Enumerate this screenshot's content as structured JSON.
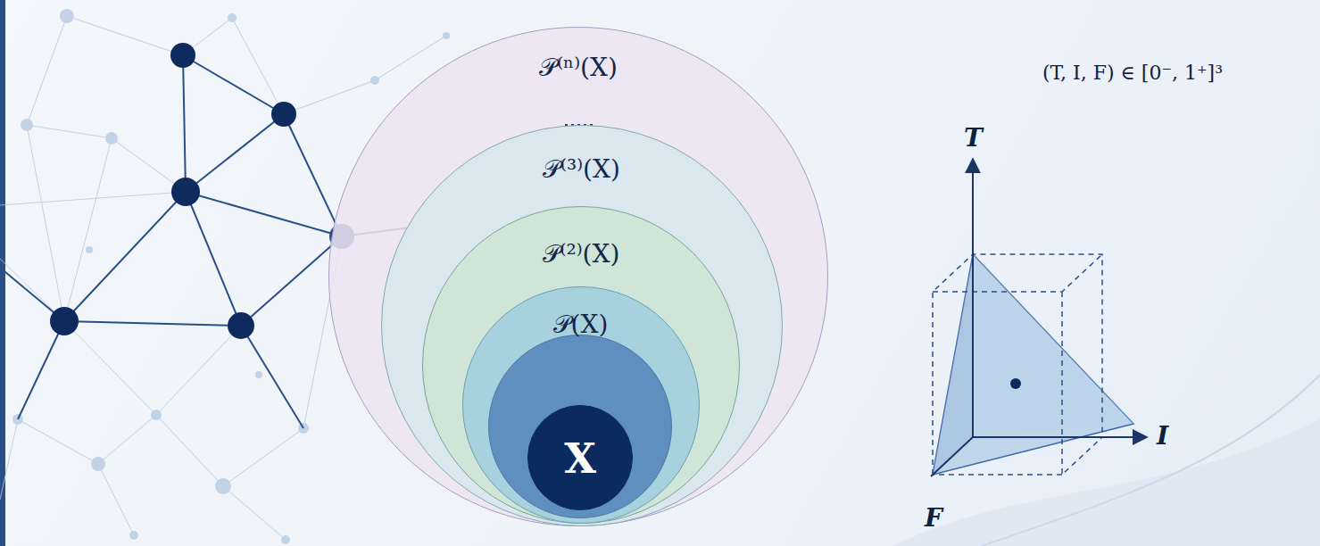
{
  "diagram": {
    "nodes": [
      {
        "text": [
          "𝒫⁽ⁿ⁾(X)"
        ]
      },
      {
        "text": [
          "𝒫⁽³⁾(X)"
        ],
        "in": 0
      },
      {
        "text": [
          "𝒫⁽²⁾(X)"
        ],
        "in": 1
      },
      {
        "text": [
          "𝒫(X)"
        ],
        "in": 2
      },
      {
        "text": [
          "X"
        ],
        "in": 3
      }
    ],
    "labels": [
      "T",
      "(T, I, F) ∈ [0⁻, 1⁺]³",
      "I",
      "F"
    ]
  }
}
